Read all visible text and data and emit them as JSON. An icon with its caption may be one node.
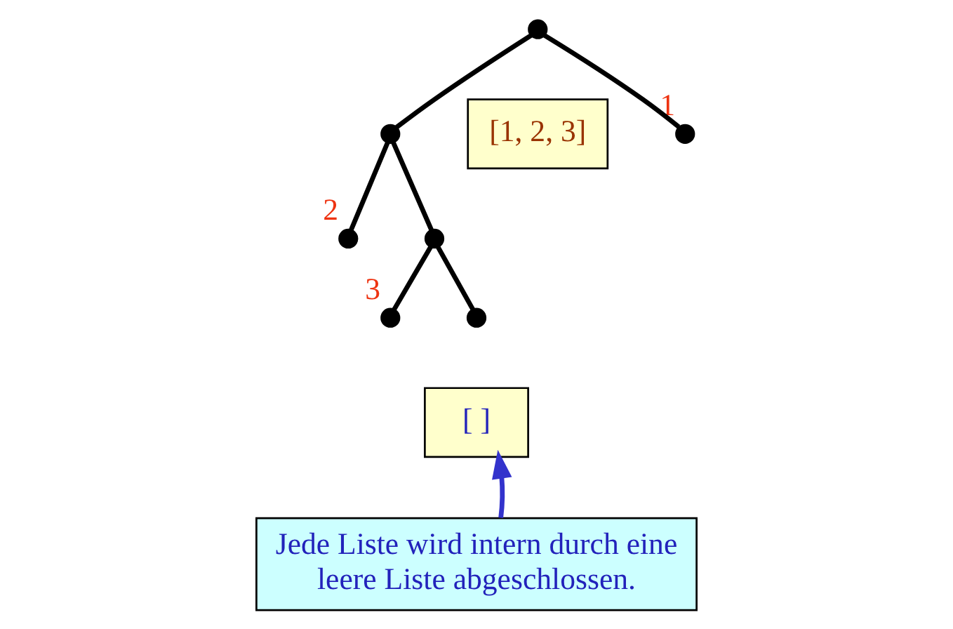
{
  "diagram": {
    "nodes": [
      {
        "text": [],
        "shape": "circle"
      },
      {
        "text": [],
        "shape": "circle",
        "beside": [
          "1"
        ]
      },
      {
        "text": [],
        "shape": "circle"
      },
      {
        "text": [
          "[1, 2, 3]"
        ]
      },
      {
        "text": [],
        "shape": "circle",
        "beside": [
          "2"
        ]
      },
      {
        "text": [],
        "shape": "circle"
      },
      {
        "text": [],
        "shape": "circle",
        "beside": [
          "3"
        ]
      },
      {
        "text": [],
        "shape": "circle"
      },
      {
        "text": [
          "[ ]"
        ]
      },
      {
        "text": [
          "Jede Liste wird intern durch eine leere Liste abgeschlossen."
        ]
      }
    ],
    "edges": [
      {
        "from": 0,
        "to": 1,
        "arrow": "none"
      },
      {
        "from": 0,
        "to": 2,
        "arrow": "none"
      },
      {
        "from": 2,
        "to": 4,
        "arrow": "none"
      },
      {
        "from": 2,
        "to": 5,
        "arrow": "none"
      },
      {
        "from": 5,
        "to": 6,
        "arrow": "none"
      },
      {
        "from": 5,
        "to": 7,
        "arrow": "none"
      },
      {
        "from": 9,
        "to": 8,
        "arrow": "to",
        "color": "#3333cc"
      }
    ]
  }
}
